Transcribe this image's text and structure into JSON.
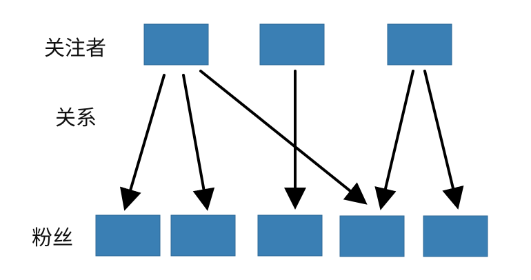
{
  "labels": {
    "followers": "关注者",
    "relation": "关系",
    "fans": "粉丝"
  },
  "colors": {
    "node_fill": "#3a7fb4",
    "node_stroke": "#2f6a97",
    "arrow": "#000000",
    "text": "#111111"
  },
  "nodes": {
    "followers": [
      "follower-1",
      "follower-2",
      "follower-3"
    ],
    "fans": [
      "fan-1",
      "fan-2",
      "fan-3",
      "fan-4",
      "fan-5"
    ]
  },
  "relations": [
    {
      "from": "follower-1",
      "to": "fan-1"
    },
    {
      "from": "follower-1",
      "to": "fan-2"
    },
    {
      "from": "follower-1",
      "to": "fan-4"
    },
    {
      "from": "follower-2",
      "to": "fan-3"
    },
    {
      "from": "follower-3",
      "to": "fan-4"
    },
    {
      "from": "follower-3",
      "to": "fan-5"
    }
  ]
}
